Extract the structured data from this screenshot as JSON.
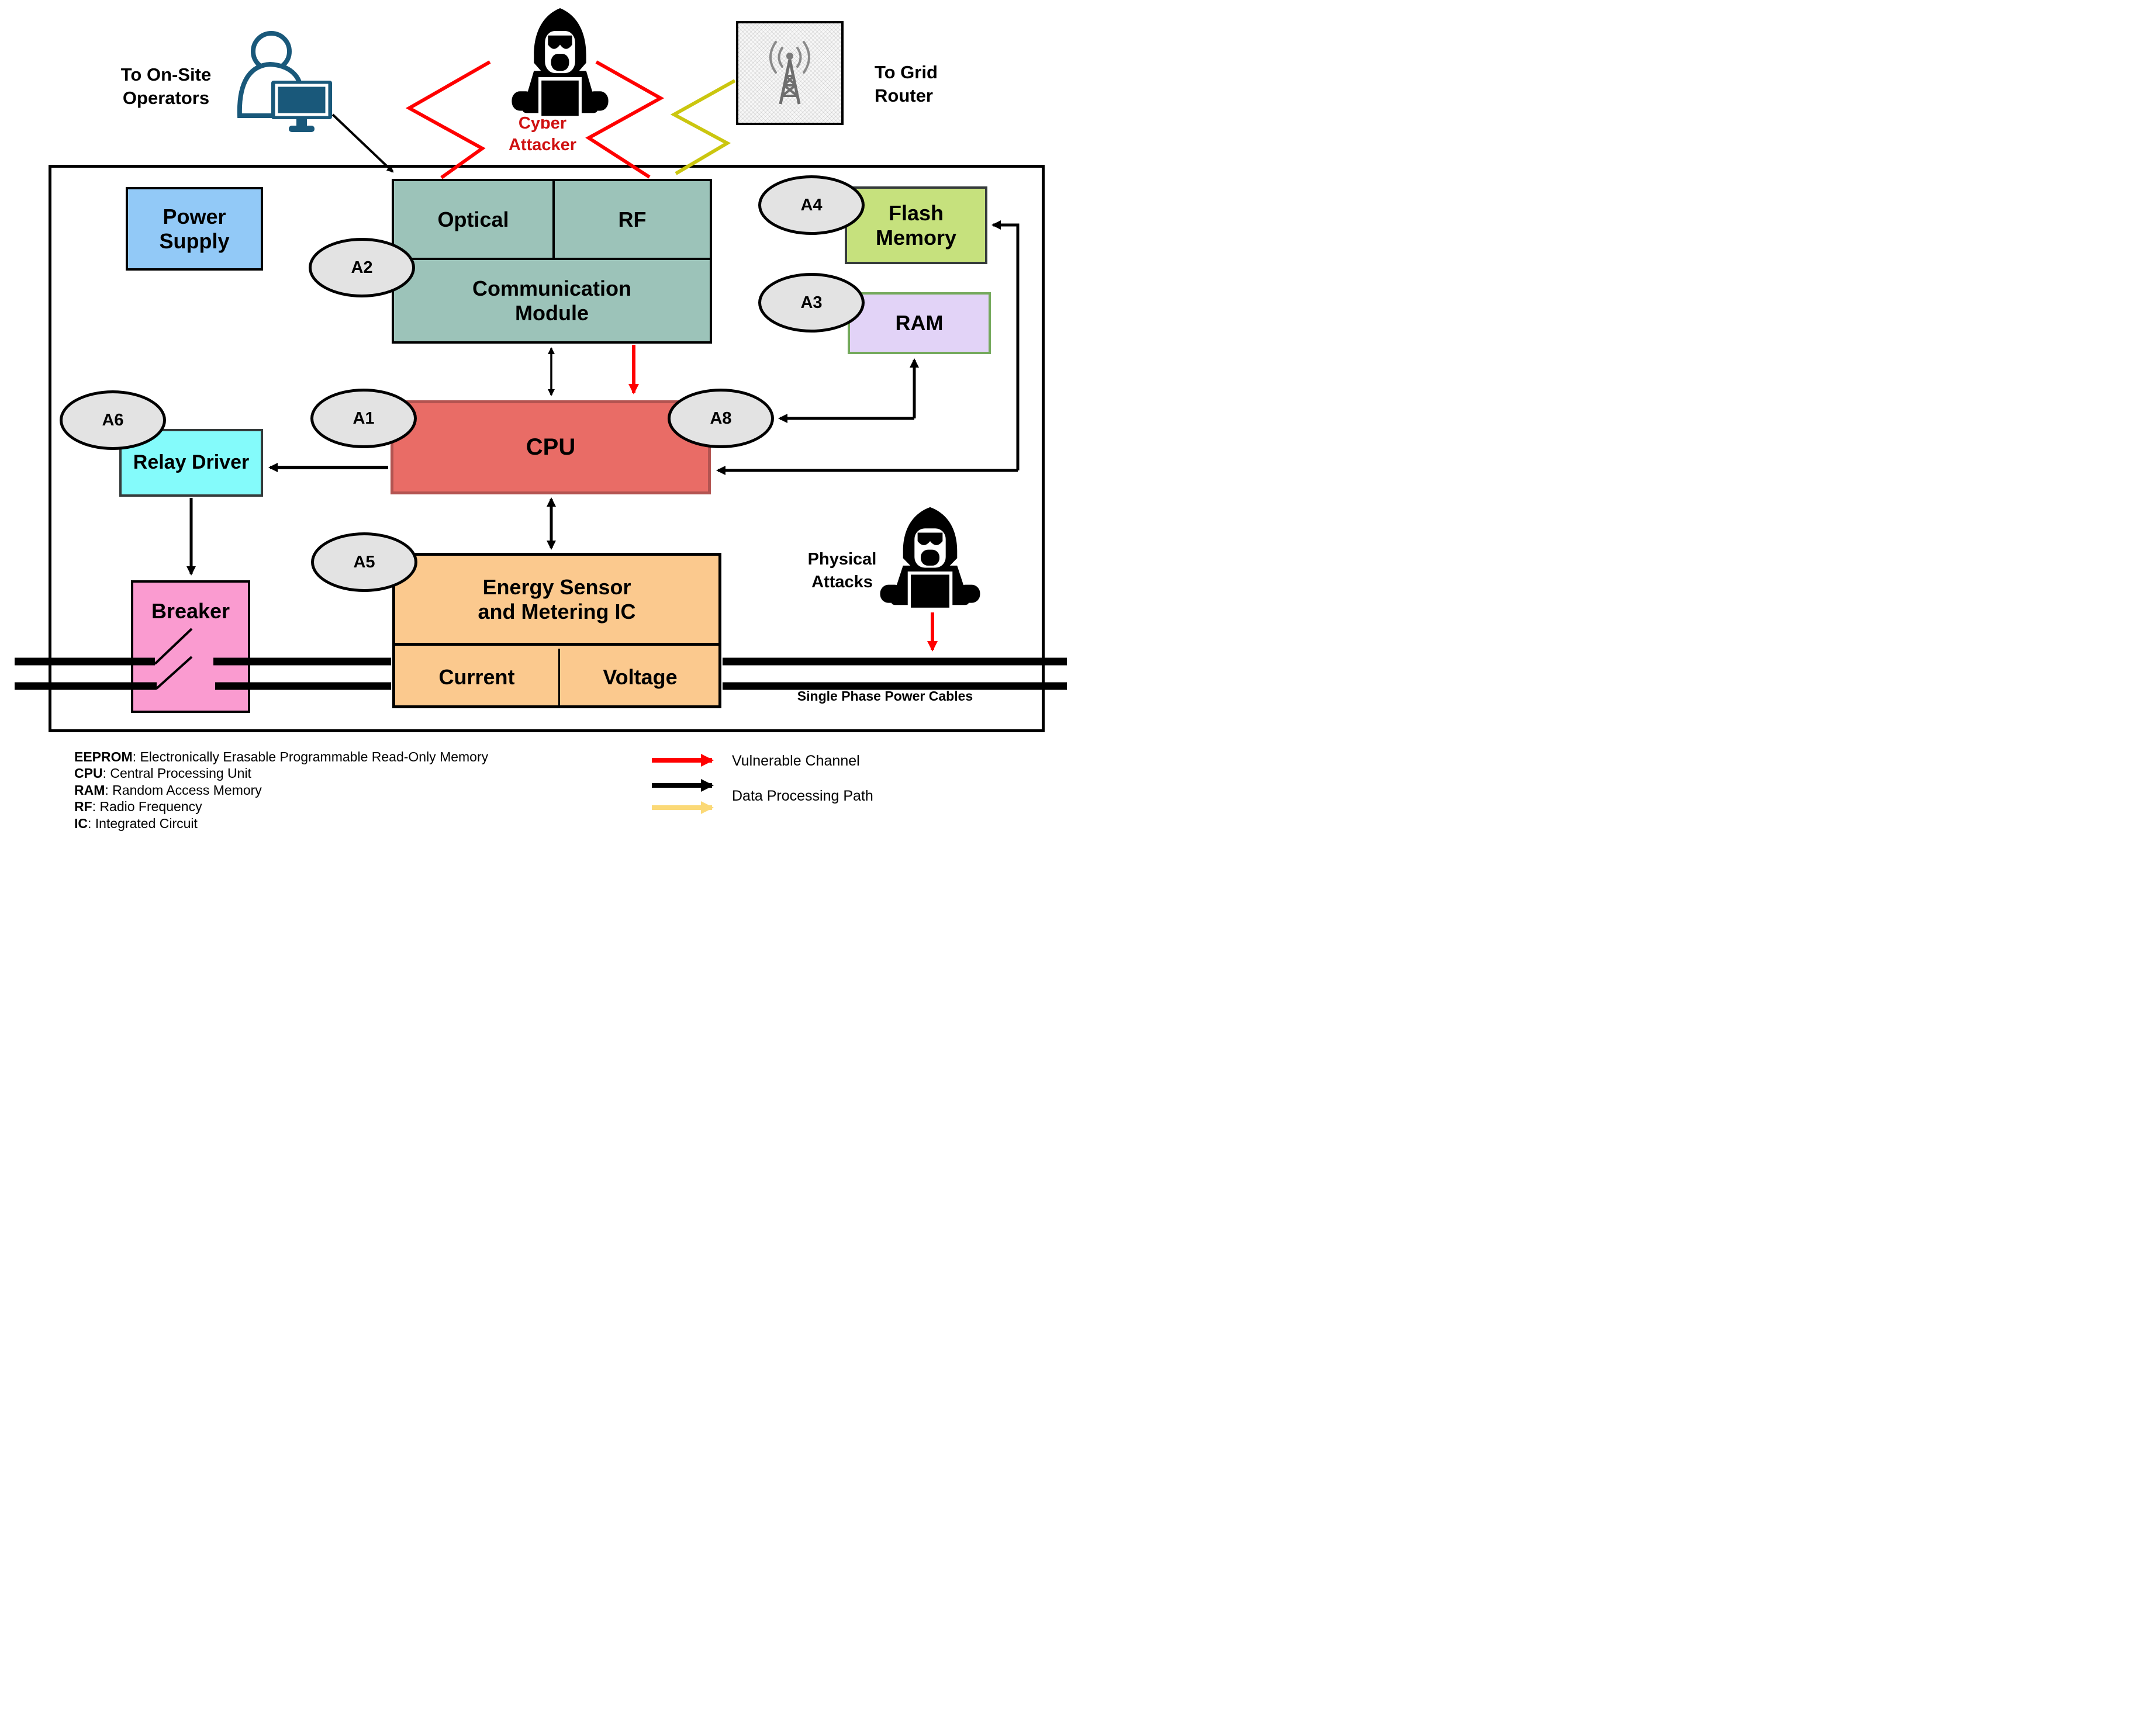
{
  "top": {
    "onsite": {
      "line1": "To On-Site",
      "line2": "Operators"
    },
    "cyber": {
      "line1": "Cyber",
      "line2": "Attacker"
    },
    "grid": {
      "line1": "To Grid",
      "line2": "Router"
    }
  },
  "boxes": {
    "power_supply": {
      "line1": "Power",
      "line2": "Supply"
    },
    "optical": "Optical",
    "rf": "RF",
    "comm": {
      "line1": "Communication",
      "line2": "Module"
    },
    "flash": {
      "line1": "Flash",
      "line2": "Memory"
    },
    "ram": "RAM",
    "cpu": "CPU",
    "relay": "Relay Driver",
    "breaker": "Breaker",
    "energy": {
      "line1": "Energy Sensor",
      "line2": "and Metering IC"
    },
    "current": "Current",
    "voltage": "Voltage"
  },
  "attack_points": {
    "a1": "A1",
    "a2": "A2",
    "a3": "A3",
    "a4": "A4",
    "a5": "A5",
    "a6": "A6",
    "a8": "A8"
  },
  "physical": {
    "line1": "Physical",
    "line2": "Attacks"
  },
  "cables_label": "Single Phase Power Cables",
  "legend": {
    "abbreviations": [
      {
        "term": "EEPROM",
        "definition": ": Electronically Erasable Programmable Read-Only Memory"
      },
      {
        "term": "CPU",
        "definition": ": Central Processing Unit"
      },
      {
        "term": "RAM",
        "definition": ": Random Access Memory"
      },
      {
        "term": "RF",
        "definition": ": Radio Frequency"
      },
      {
        "term": "IC",
        "definition": ": Integrated Circuit"
      }
    ],
    "arrows": [
      {
        "color": "#ff0000",
        "label": "Vulnerable Channel"
      },
      {
        "color": "#000000",
        "label": "Data Processing Path"
      },
      {
        "color": "#fbd977",
        "label": ""
      }
    ]
  },
  "colors": {
    "vulnerable_red": "#ff0000",
    "data_path_black": "#000000",
    "grid_link_yellow": "#cbc60f",
    "legend_gold": "#fbd977",
    "comm_module": "#9cc3b9",
    "power_supply": "#92c9f7",
    "flash_memory": "#c6e17d",
    "ram": "#e2d3f7",
    "cpu": "#e96c66",
    "relay_driver": "#84fbfb",
    "breaker": "#fa9bd0",
    "energy_sensor": "#fbc98e",
    "attack_label_fill": "#e3e3e3",
    "operator_icon": "#19587a",
    "cyber_attacker_text": "#cf1111"
  }
}
